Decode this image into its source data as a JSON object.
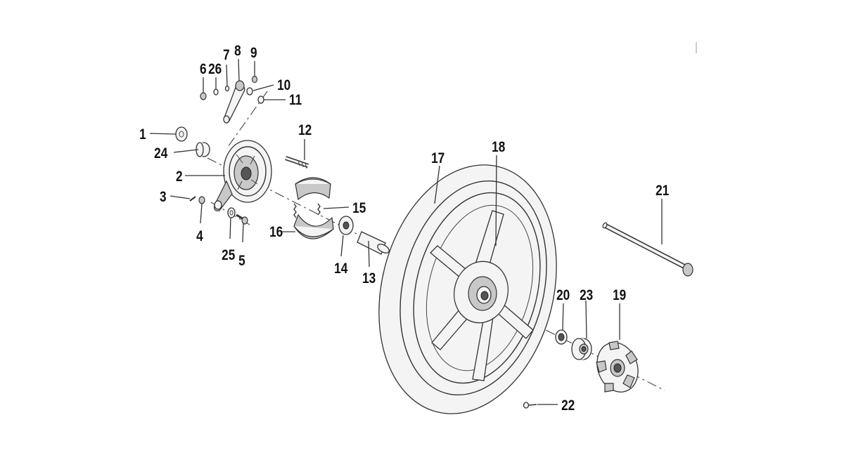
{
  "diagram": {
    "labels": [
      {
        "id": "1",
        "text": "1"
      },
      {
        "id": "2",
        "text": "2"
      },
      {
        "id": "3",
        "text": "3"
      },
      {
        "id": "4",
        "text": "4"
      },
      {
        "id": "5",
        "text": "5"
      },
      {
        "id": "6",
        "text": "6"
      },
      {
        "id": "7",
        "text": "7"
      },
      {
        "id": "8",
        "text": "8"
      },
      {
        "id": "9",
        "text": "9"
      },
      {
        "id": "10",
        "text": "10"
      },
      {
        "id": "11",
        "text": "11"
      },
      {
        "id": "12",
        "text": "12"
      },
      {
        "id": "13",
        "text": "13"
      },
      {
        "id": "14",
        "text": "14"
      },
      {
        "id": "15",
        "text": "15"
      },
      {
        "id": "16",
        "text": "16"
      },
      {
        "id": "17",
        "text": "17"
      },
      {
        "id": "18",
        "text": "18"
      },
      {
        "id": "19",
        "text": "19"
      },
      {
        "id": "20",
        "text": "20"
      },
      {
        "id": "21",
        "text": "21"
      },
      {
        "id": "22",
        "text": "22"
      },
      {
        "id": "23",
        "text": "23"
      },
      {
        "id": "24",
        "text": "24"
      },
      {
        "id": "25",
        "text": "25"
      },
      {
        "id": "26",
        "text": "26"
      }
    ]
  }
}
